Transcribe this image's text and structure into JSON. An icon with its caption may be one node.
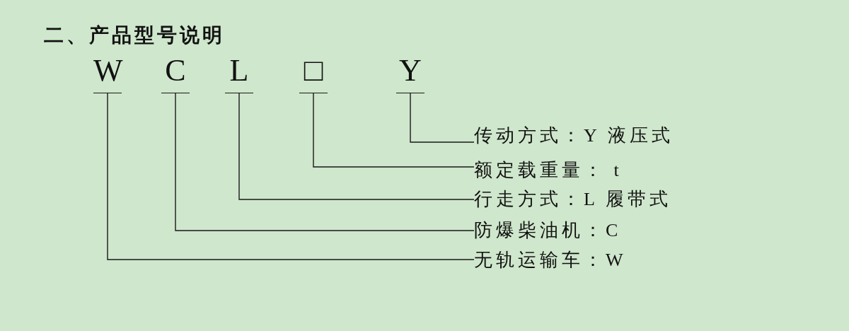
{
  "diagram": {
    "title": "二、产品型号说明",
    "nodes": [
      {
        "text": [
          "W"
        ]
      },
      {
        "text": [
          "C"
        ]
      },
      {
        "text": [
          "L"
        ]
      },
      {
        "text": [
          "□"
        ]
      },
      {
        "text": [
          "Y"
        ]
      },
      {
        "text": [
          "传动方式：Y 液压式"
        ]
      },
      {
        "text": [
          "额定载重量： t"
        ]
      },
      {
        "text": [
          "行走方式：L 履带式"
        ]
      },
      {
        "text": [
          "防爆柴油机：C"
        ]
      },
      {
        "text": [
          "无轨运输车：W"
        ]
      }
    ],
    "edges": [
      {
        "from": 4,
        "to": 5,
        "arrow": "none"
      },
      {
        "from": 3,
        "to": 6,
        "arrow": "none"
      },
      {
        "from": 2,
        "to": 7,
        "arrow": "none"
      },
      {
        "from": 1,
        "to": 8,
        "arrow": "none"
      },
      {
        "from": 0,
        "to": 9,
        "arrow": "none"
      }
    ]
  }
}
